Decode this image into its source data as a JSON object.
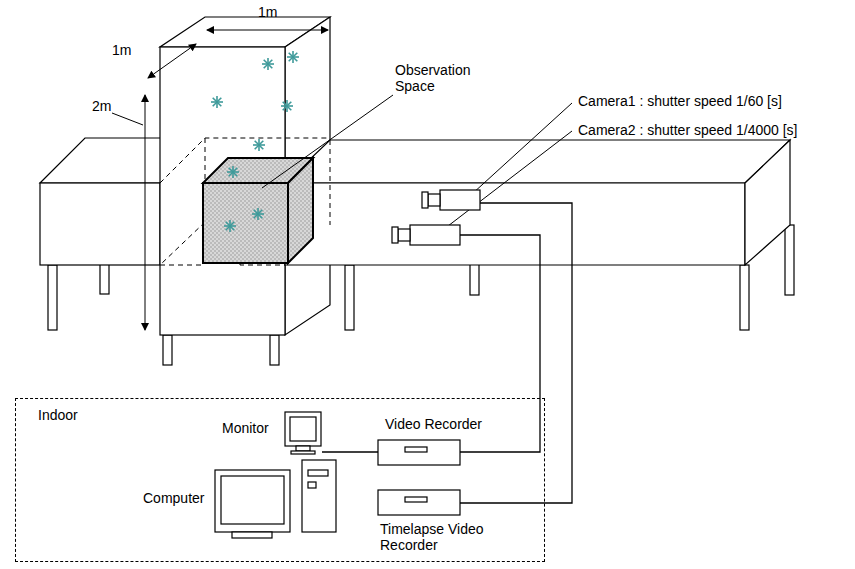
{
  "diagram": {
    "nodes": [
      {
        "text": [
          "Indoor"
        ]
      }
    ],
    "labels": [
      "1m",
      "1m",
      "2m",
      "Observation Space",
      "Camera1 : shutter speed 1/60 [s]",
      "Camera2 : shutter speed 1/4000 [s]",
      "Monitor",
      "Video Recorder",
      "Computer",
      "Timelapse Video Recorder"
    ]
  }
}
